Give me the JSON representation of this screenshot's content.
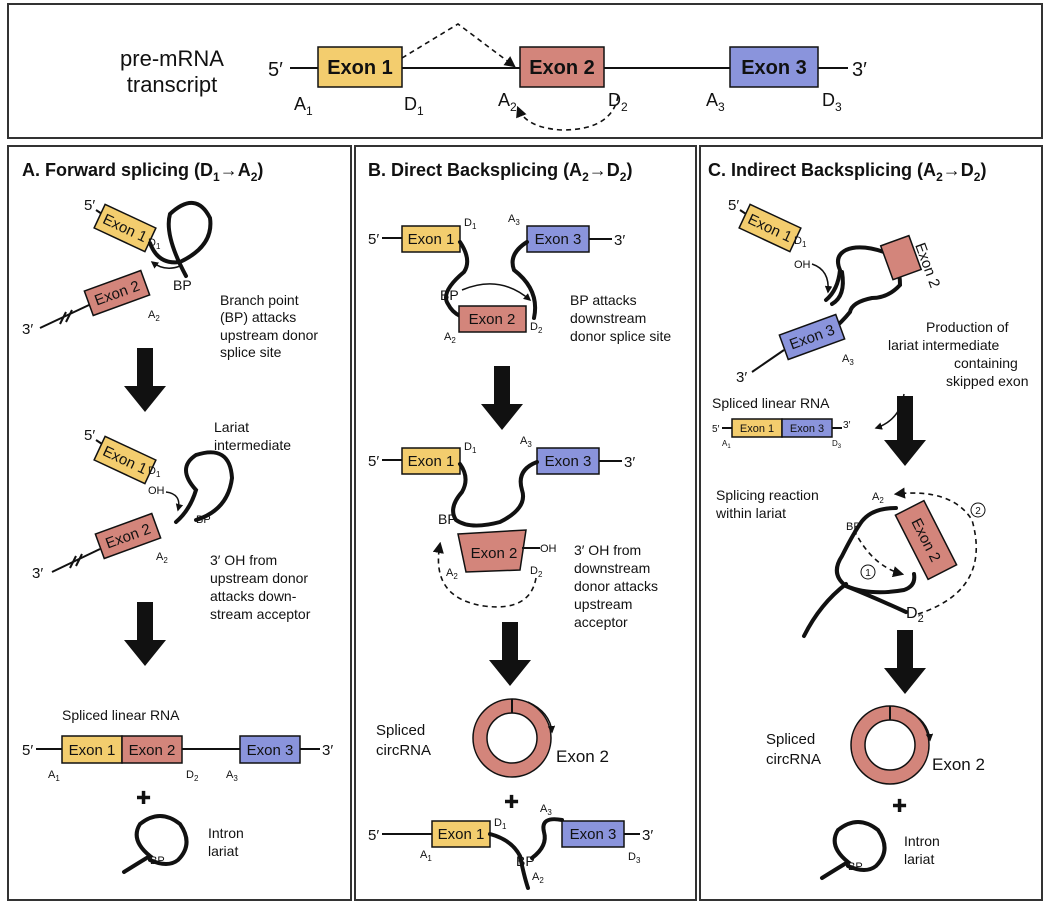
{
  "top": {
    "label_line1": "pre-mRNA",
    "label_line2": "transcript",
    "five_prime": "5′",
    "three_prime": "3′",
    "exon1": "Exon 1",
    "exon2": "Exon 2",
    "exon3": "Exon 3",
    "A1": "A",
    "A1_sub": "1",
    "D1": "D",
    "D1_sub": "1",
    "A2": "A",
    "A2_sub": "2",
    "D2": "D",
    "D2_sub": "2",
    "A3": "A",
    "A3_sub": "3",
    "D3": "D",
    "D3_sub": "3"
  },
  "panelA": {
    "title_main": "A.  Forward splicing (D",
    "title_sub1": "1",
    "title_arrow": "→",
    "title_A": "A",
    "title_sub2": "2",
    "title_close": ")",
    "exon1": "Exon 1",
    "exon2": "Exon 2",
    "exon3": "Exon 3",
    "five": "5′",
    "three": "3′",
    "bp": "BP",
    "oh": "OH",
    "step1_l1": "Branch point",
    "step1_l2": "(BP) attacks",
    "step1_l3": "upstream donor",
    "step1_l4": "splice site",
    "lariat_l1": "Lariat",
    "lariat_l2": "intermediate",
    "step2_l1": "3′ OH from",
    "step2_l2": "upstream donor",
    "step2_l3": "attacks down-",
    "step2_l4": "stream acceptor",
    "spliced": "Spliced linear RNA",
    "intron_l1": "Intron",
    "intron_l2": "lariat",
    "plus": "✚",
    "D": "D",
    "A": "A",
    "s1": "1",
    "s2": "2",
    "s3": "3"
  },
  "panelB": {
    "title_main": "B.  Direct Backsplicing (A",
    "title_sub1": "2",
    "title_arrow": "→",
    "title_D": "D",
    "title_sub2": "2",
    "title_close": ")",
    "exon1": "Exon 1",
    "exon2": "Exon 2",
    "exon3": "Exon 3",
    "five": "5′",
    "three": "3′",
    "bp": "BP",
    "oh": "OH",
    "step1_l1": "BP attacks",
    "step1_l2": "downstream",
    "step1_l3": "donor splice site",
    "step2_l1": "3′ OH from",
    "step2_l2": "downstream",
    "step2_l3": "donor attacks",
    "step2_l4": "upstream",
    "step2_l5": "acceptor",
    "circ_l1": "Spliced",
    "circ_l2": "circRNA",
    "circ_exon": "Exon 2",
    "plus": "✚",
    "D": "D",
    "A": "A",
    "s1": "1",
    "s2": "2",
    "s3": "3"
  },
  "panelC": {
    "title_main": "C.  Indirect Backsplicing (A",
    "title_sub1": "2",
    "title_arrow": "→",
    "title_D": "D",
    "title_sub2": "2",
    "title_close": ")",
    "exon1": "Exon 1",
    "exon2": "Exon 2",
    "exon3": "Exon 3",
    "five": "5′",
    "three": "3′",
    "bp": "BP",
    "oh": "OH",
    "step1_l1": "Production of",
    "step1_l2": "lariat intermediate",
    "step1_l3": "containing",
    "step1_l4": "skipped exon",
    "spliced": "Spliced linear RNA",
    "reaction_l1": "Splicing reaction",
    "reaction_l2": "within lariat",
    "circle1": "1",
    "circle2": "2",
    "circ_l1": "Spliced",
    "circ_l2": "circRNA",
    "circ_exon": "Exon 2",
    "intron_l1": "Intron",
    "intron_l2": "lariat",
    "plus": "✚",
    "D": "D",
    "A": "A",
    "s1": "1",
    "s2": "2",
    "s3": "3"
  },
  "colors": {
    "exon1": "#f3cd6e",
    "exon2": "#d3857b",
    "exon3": "#8a94dc"
  }
}
